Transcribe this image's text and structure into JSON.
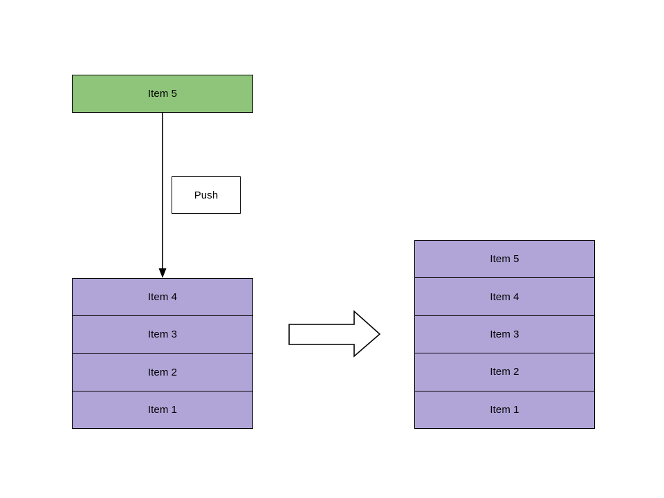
{
  "diagram": {
    "type": "stack-push-operation",
    "background_color": "#ffffff",
    "colors": {
      "new_item_fill": "#8FC47B",
      "stack_item_fill": "#B1A5D8",
      "label_fill": "#ffffff",
      "stroke": "#000000",
      "text": "#000000"
    },
    "new_item": {
      "label": "Item 5"
    },
    "operation_label": {
      "text": "Push"
    },
    "before_stack": {
      "name": "stack-before",
      "items": [
        {
          "label": "Item 4"
        },
        {
          "label": "Item 3"
        },
        {
          "label": "Item 2"
        },
        {
          "label": "Item 1"
        }
      ]
    },
    "after_stack": {
      "name": "stack-after",
      "items": [
        {
          "label": "Item 5"
        },
        {
          "label": "Item 4"
        },
        {
          "label": "Item 3"
        },
        {
          "label": "Item 2"
        },
        {
          "label": "Item 1"
        }
      ]
    },
    "connectors": {
      "push_arrow": {
        "direction": "down",
        "from": "new-item",
        "to": "stack-before"
      },
      "transform_arrow": {
        "direction": "right",
        "from": "stack-before",
        "to": "stack-after"
      }
    }
  }
}
